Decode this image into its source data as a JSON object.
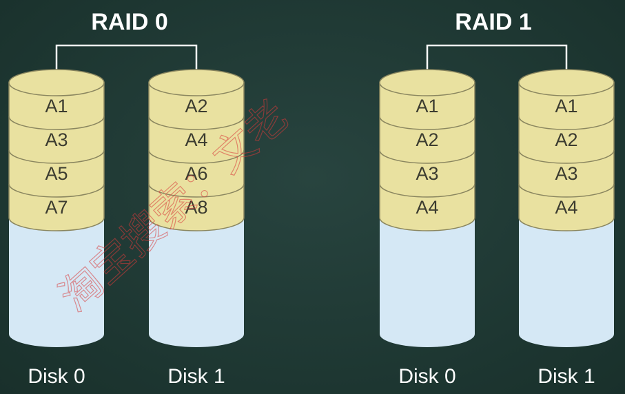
{
  "raid_groups": [
    {
      "title": "RAID 0",
      "disks": [
        {
          "label": "Disk 0",
          "blocks": [
            "A1",
            "A3",
            "A5",
            "A7"
          ]
        },
        {
          "label": "Disk 1",
          "blocks": [
            "A2",
            "A4",
            "A6",
            "A8"
          ]
        }
      ]
    },
    {
      "title": "RAID 1",
      "disks": [
        {
          "label": "Disk 0",
          "blocks": [
            "A1",
            "A2",
            "A3",
            "A4"
          ]
        },
        {
          "label": "Disk 1",
          "blocks": [
            "A1",
            "A2",
            "A3",
            "A4"
          ]
        }
      ]
    }
  ],
  "watermark": "淘宝搜索：文老",
  "colors": {
    "background": "#1f3a35",
    "block_fill": "#e9e1a0",
    "block_stroke": "#8a865f",
    "empty_fill": "#d5e8f5",
    "connector": "#ffffff",
    "watermark": "#d93a3a"
  }
}
